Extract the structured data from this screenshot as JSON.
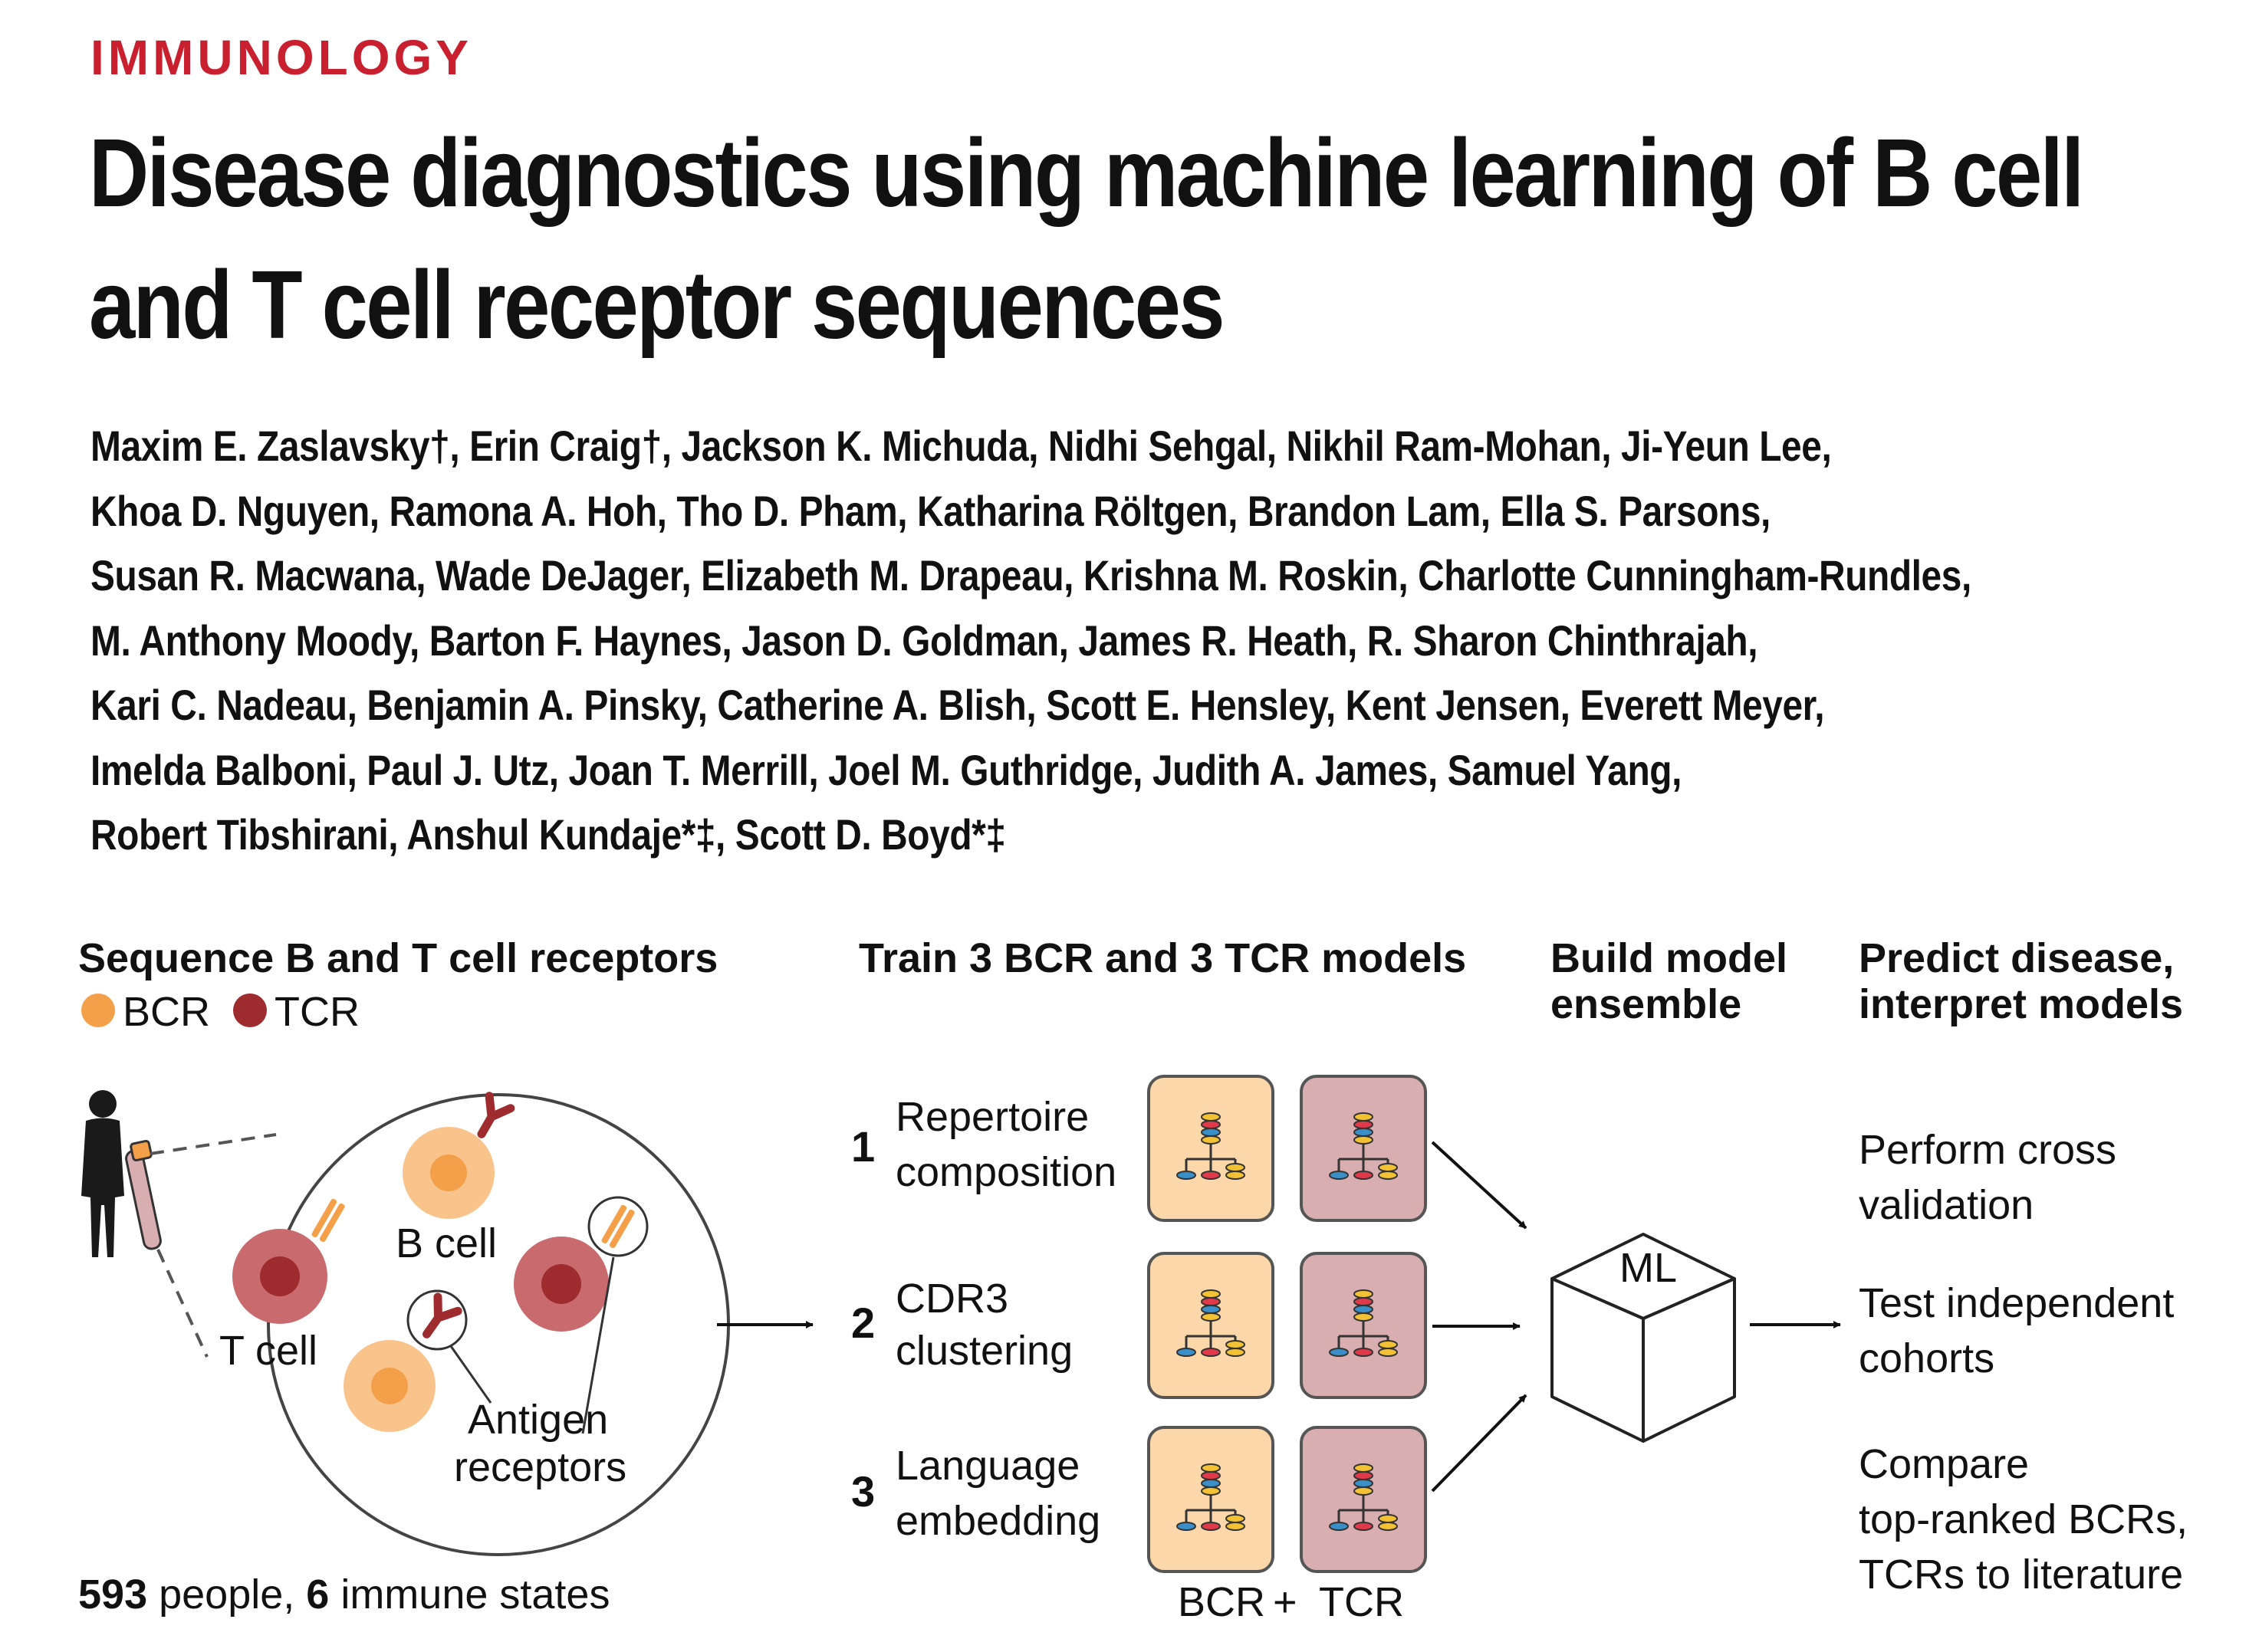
{
  "section": "IMMUNOLOGY",
  "title": {
    "line1": "Disease diagnostics using machine learning of B cell",
    "line2": "and T cell receptor sequences"
  },
  "authors": [
    "Maxim E. Zaslavsky†, Erin Craig†, Jackson K. Michuda, Nidhi Sehgal, Nikhil Ram-Mohan, Ji-Yeun Lee,",
    "Khoa D. Nguyen, Ramona A. Hoh, Tho D. Pham, Katharina Röltgen, Brandon Lam, Ella S. Parsons,",
    "Susan R. Macwana, Wade DeJager, Elizabeth M. Drapeau, Krishna M. Roskin, Charlotte Cunningham-Rundles,",
    "M. Anthony Moody, Barton F. Haynes, Jason D. Goldman, James R. Heath, R. Sharon Chinthrajah,",
    "Kari C. Nadeau, Benjamin A. Pinsky, Catherine A. Blish, Scott E. Hensley, Kent Jensen, Everett Meyer,",
    "Imelda Balboni, Paul J. Utz, Joan T. Merrill, Joel M. Guthridge, Judith A. James, Samuel Yang,",
    "Robert Tibshirani, Anshul Kundaje*‡, Scott D. Boyd*‡"
  ],
  "figure": {
    "step1": {
      "heading": "Sequence B and T cell receptors",
      "legend_bcr": "BCR",
      "legend_tcr": "TCR",
      "label_bcell": "B cell",
      "label_tcell": "T cell",
      "label_antigen1": "Antigen",
      "label_antigen2": "receptors",
      "footer_num1": "593",
      "footer_text1": " people, ",
      "footer_num2": "6",
      "footer_text2": " immune states"
    },
    "step2": {
      "heading": "Train 3 BCR and 3 TCR models",
      "models": [
        {
          "num": "1",
          "line1": "Repertoire",
          "line2": "composition"
        },
        {
          "num": "2",
          "line1": "CDR3",
          "line2": "clustering"
        },
        {
          "num": "3",
          "line1": "Language",
          "line2": "embedding"
        }
      ],
      "footer_bcr": "BCR",
      "footer_plus": "+",
      "footer_tcr": "TCR"
    },
    "step3": {
      "heading1": "Build model",
      "heading2": "ensemble",
      "cube_label": "ML"
    },
    "step4": {
      "heading1": "Predict disease,",
      "heading2": "interpret models",
      "items": [
        {
          "line1": "Perform cross",
          "line2": "validation"
        },
        {
          "line1": "Test independent",
          "line2": "cohorts"
        },
        {
          "line1": "Compare",
          "line2": "top-ranked BCRs,",
          "line3": "TCRs to literature"
        }
      ]
    },
    "colors": {
      "bcr": "#f4a04a",
      "tcr": "#9e2b2e",
      "bcr_box": "#fcd7a9",
      "tcr_box": "#d9aeb0",
      "section_red": "#c8202f"
    }
  }
}
